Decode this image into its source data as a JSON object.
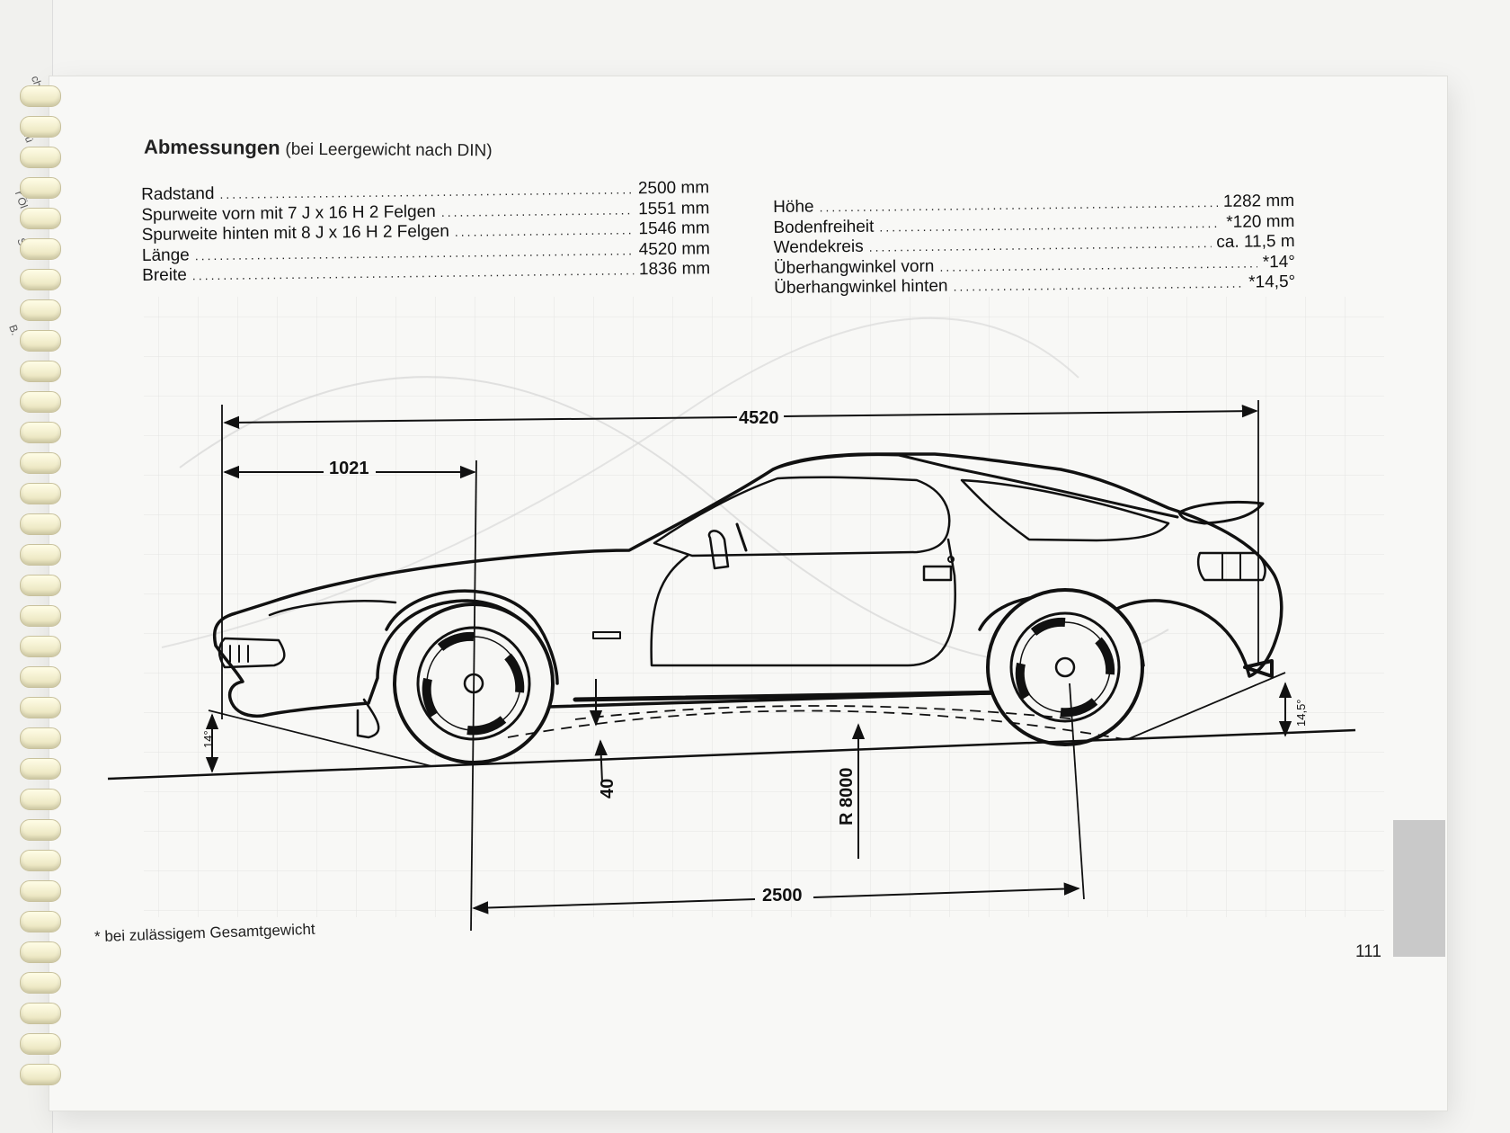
{
  "heading": {
    "title": "Abmessungen",
    "subtitle": "(bei Leergewicht nach DIN)"
  },
  "specs_left": [
    {
      "label": "Radstand",
      "value": "2500 mm"
    },
    {
      "label": "Spurweite vorn mit 7 J x 16 H 2 Felgen",
      "value": "1551 mm"
    },
    {
      "label": "Spurweite hinten mit 8 J x 16 H 2 Felgen",
      "value": "1546 mm"
    },
    {
      "label": "Länge",
      "value": "4520 mm"
    },
    {
      "label": "Breite",
      "value": "1836 mm"
    }
  ],
  "specs_right": [
    {
      "label": "Höhe",
      "value": "1282 mm"
    },
    {
      "label": "Bodenfreiheit",
      "value": "*120 mm"
    },
    {
      "label": "Wendekreis",
      "value": "ca. 11,5 m"
    },
    {
      "label": "Überhangwinkel vorn",
      "value": "*14°"
    },
    {
      "label": "Überhangwinkel hinten",
      "value": "*14,5°"
    }
  ],
  "drawing": {
    "length_label": "4520",
    "front_overhang_label": "1021",
    "wheelbase_label": "2500",
    "clearance_label": "40",
    "radius_label": "R 8000",
    "front_angle_label": "14°",
    "rear_angle_label": "14,5°"
  },
  "footnote": "* bei zulässigem Gesamtgewicht",
  "page_number": "111"
}
